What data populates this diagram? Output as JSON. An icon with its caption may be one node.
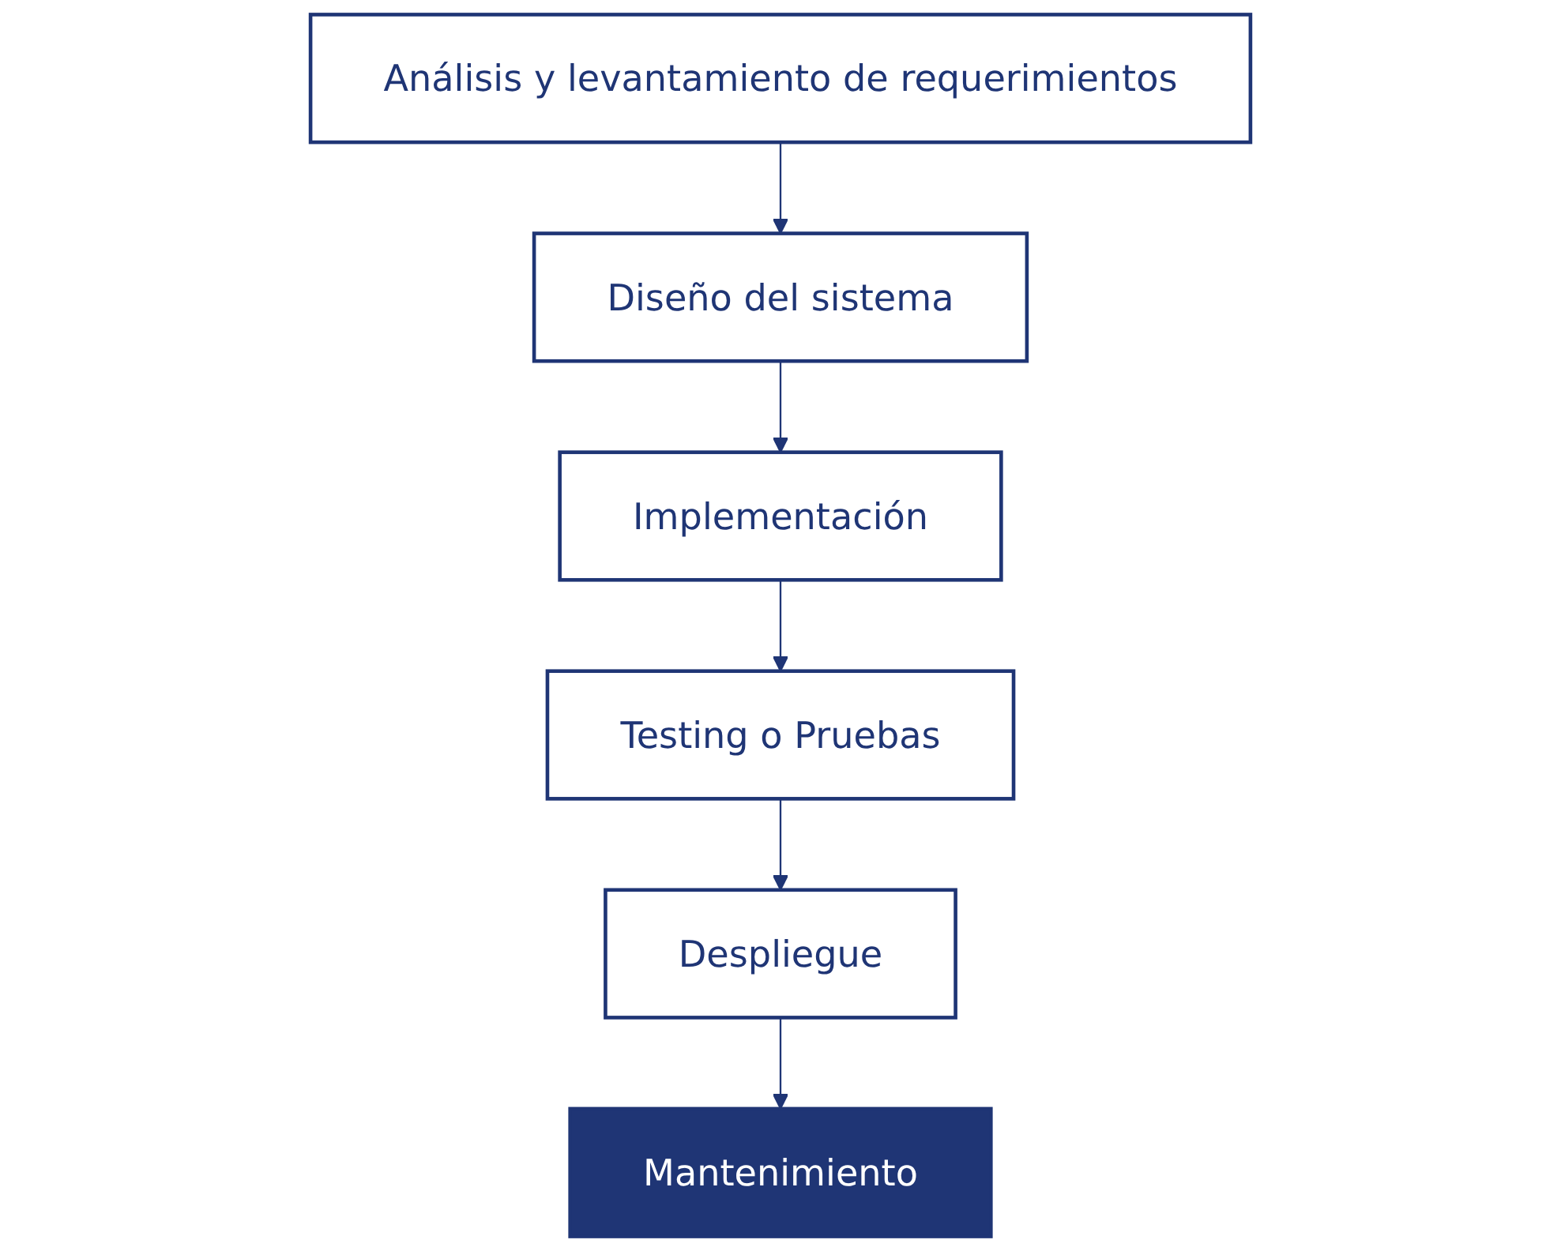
{
  "diagram": {
    "nodes": [
      {
        "text": [
          "Análisis y levantamiento de requerimientos"
        ]
      },
      {
        "text": [
          "Diseño del sistema"
        ]
      },
      {
        "text": [
          "Implementación"
        ]
      },
      {
        "text": [
          "Testing o Pruebas"
        ]
      },
      {
        "text": [
          "Despliegue"
        ]
      },
      {
        "text": [
          "Mantenimiento"
        ]
      }
    ],
    "edges": [
      {
        "from": 0,
        "to": 1,
        "arrow": "to"
      },
      {
        "from": 1,
        "to": 2,
        "arrow": "to"
      },
      {
        "from": 2,
        "to": 3,
        "arrow": "to"
      },
      {
        "from": 3,
        "to": 4,
        "arrow": "to"
      },
      {
        "from": 4,
        "to": 5,
        "arrow": "to"
      }
    ]
  }
}
